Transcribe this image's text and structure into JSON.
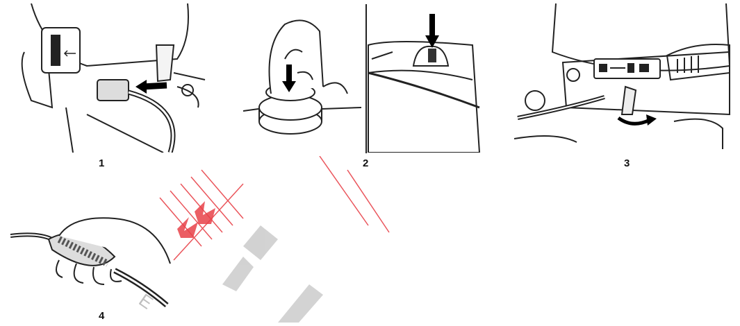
{
  "steps": [
    {
      "number": "1",
      "illustration": "hose-connector-outboard-icon"
    },
    {
      "number": "2",
      "illustration": "fuel-tank-cap-vent-icon"
    },
    {
      "number": "3",
      "illustration": "fuel-selector-lever-icon"
    },
    {
      "number": "4",
      "illustration": "primer-bulb-hand-icon"
    }
  ],
  "watermark": {
    "text": "E K",
    "color": "#e8434a"
  }
}
